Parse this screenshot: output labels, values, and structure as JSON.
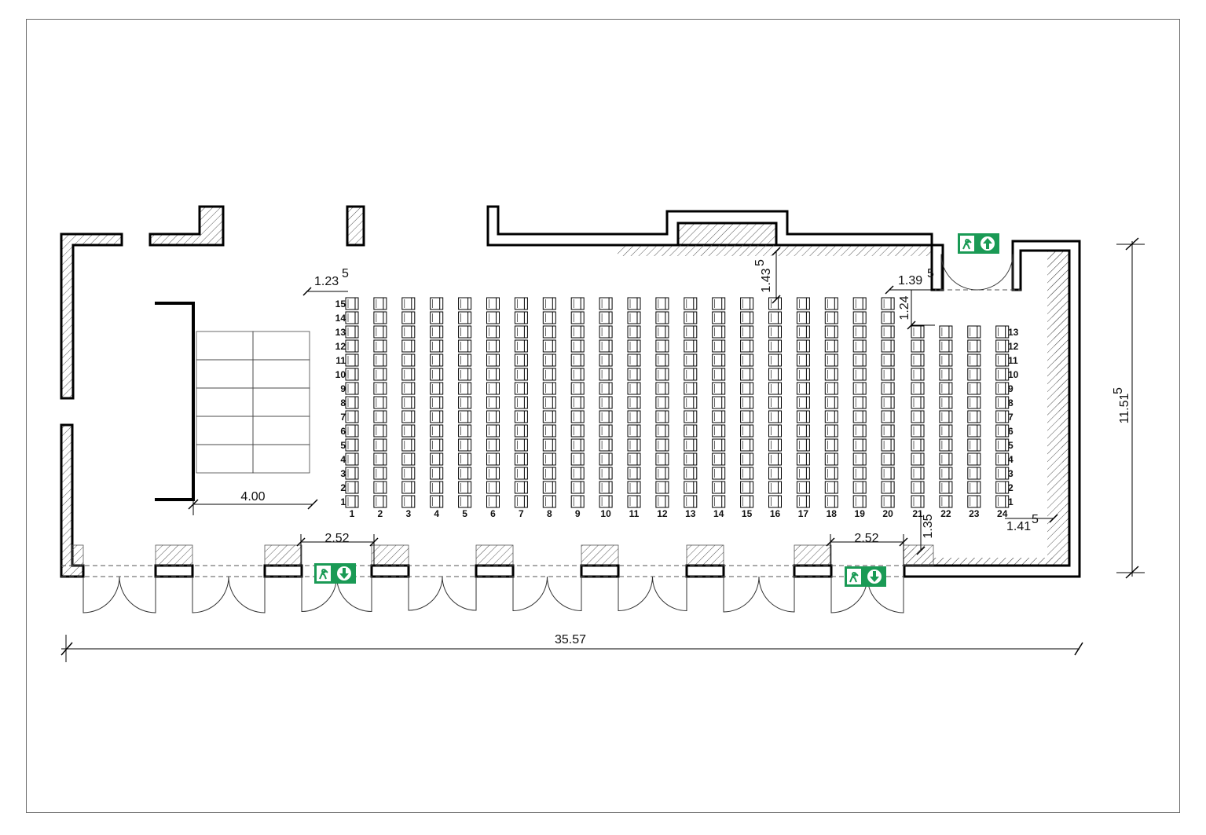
{
  "plan": {
    "dimensions": {
      "total_length": "35.57",
      "total_width": "11.51",
      "total_width_sup": "5",
      "stage_width": "4.00",
      "front_clearance": "1.23",
      "front_clearance_sup": "5",
      "back_clearance": "1.43",
      "back_clearance_sup": "5",
      "upper_right_gap": "1.39",
      "upper_right_gap_sup": "5",
      "upper_right_aisle": "1.24",
      "lower_right_aisle": "1.35",
      "right_side_gap": "1.41",
      "right_side_gap_sup": "5",
      "door_width_left": "2.52",
      "door_width_right": "2.52"
    },
    "seating": {
      "full_columns": 20,
      "rows_full": 15,
      "short_columns": 4,
      "rows_short": 13,
      "column_labels": [
        "1",
        "2",
        "3",
        "4",
        "5",
        "6",
        "7",
        "8",
        "9",
        "10",
        "11",
        "12",
        "13",
        "14",
        "15",
        "16",
        "17",
        "18",
        "19",
        "20",
        "21",
        "22",
        "23",
        "24"
      ],
      "left_row_labels": [
        "15",
        "14",
        "13",
        "12",
        "11",
        "10",
        "9",
        "8",
        "7",
        "6",
        "5",
        "4",
        "3",
        "2",
        "1"
      ],
      "right_row_labels": [
        "13",
        "12",
        "11",
        "10",
        "9",
        "8",
        "7",
        "6",
        "5",
        "4",
        "3",
        "2",
        "1"
      ]
    },
    "exit_signs": [
      {
        "icon": "emergency-exit-up-icon",
        "arrow": "up"
      },
      {
        "icon": "emergency-exit-down-icon",
        "arrow": "down"
      },
      {
        "icon": "emergency-exit-down-icon",
        "arrow": "down"
      }
    ],
    "colors": {
      "wall": "#000000",
      "hatch": "#555555",
      "exit_green": "#1a9a55",
      "frame": "#6b6b6b"
    }
  }
}
